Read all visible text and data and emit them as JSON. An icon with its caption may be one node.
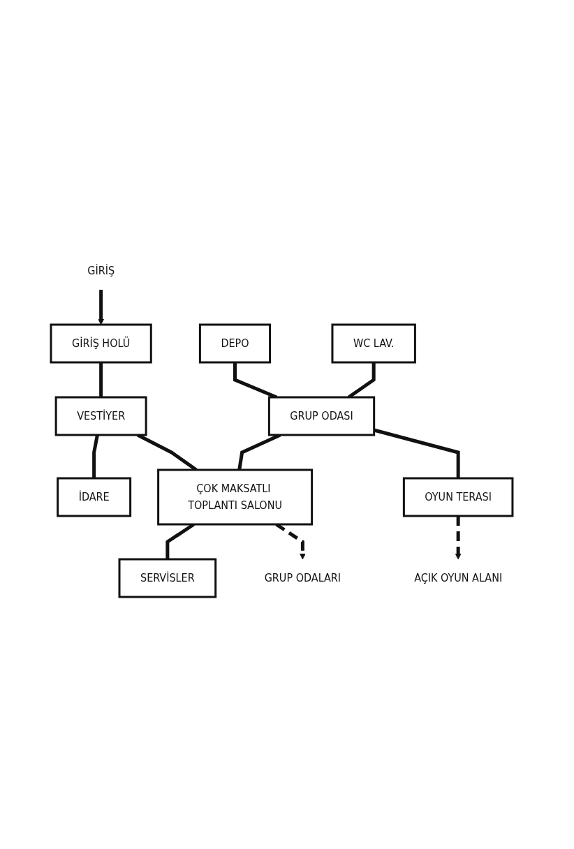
{
  "diagram": {
    "nodes": [
      {
        "text": [
          "GİRİŞ"
        ]
      },
      {
        "text": [
          "GİRİŞ HOLÜ"
        ]
      },
      {
        "text": [
          "VESTİYER"
        ]
      },
      {
        "text": [
          "İDARE"
        ]
      },
      {
        "text": [
          "DEPO"
        ]
      },
      {
        "text": [
          "WC LAV."
        ]
      },
      {
        "text": [
          "ÇOK MAKSATLI TOPLANTI SALONU"
        ]
      },
      {
        "text": [
          "SERVİSLER"
        ]
      },
      {
        "text": [
          "GRUP ODASI"
        ]
      },
      {
        "text": [
          "GRUP ODALARI"
        ]
      },
      {
        "text": [
          "OYUN TERASI"
        ]
      },
      {
        "text": [
          "AÇIK OYUN ALANI"
        ]
      }
    ],
    "edges": [
      {
        "from": 0,
        "to": 1,
        "arrow": "to"
      },
      {
        "from": 1,
        "to": 2,
        "arrow": "none"
      },
      {
        "from": 2,
        "to": 3,
        "arrow": "none"
      },
      {
        "from": 2,
        "to": 6,
        "arrow": "none"
      },
      {
        "from": 6,
        "to": 7,
        "arrow": "none"
      },
      {
        "from": 4,
        "to": 8,
        "arrow": "none"
      },
      {
        "from": 5,
        "to": 8,
        "arrow": "none"
      },
      {
        "from": 8,
        "to": 6,
        "arrow": "none"
      },
      {
        "from": 6,
        "to": 9,
        "arrow": "to",
        "style": "dashed"
      },
      {
        "from": 8,
        "to": 10,
        "arrow": "none"
      },
      {
        "from": 10,
        "to": 11,
        "arrow": "to",
        "style": "dashed"
      }
    ]
  }
}
